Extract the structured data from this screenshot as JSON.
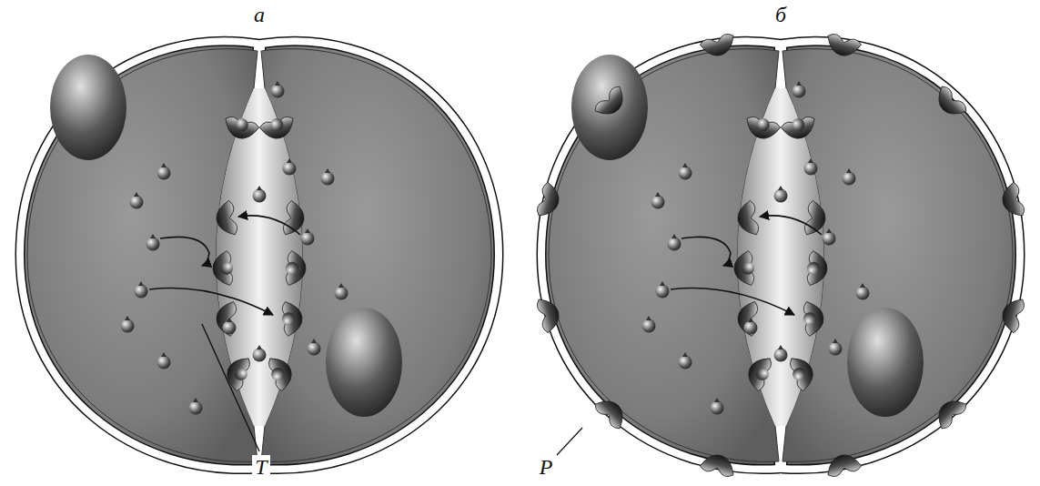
{
  "diagram": {
    "labels": [
      "а",
      "б",
      "Т",
      "Р"
    ]
  }
}
